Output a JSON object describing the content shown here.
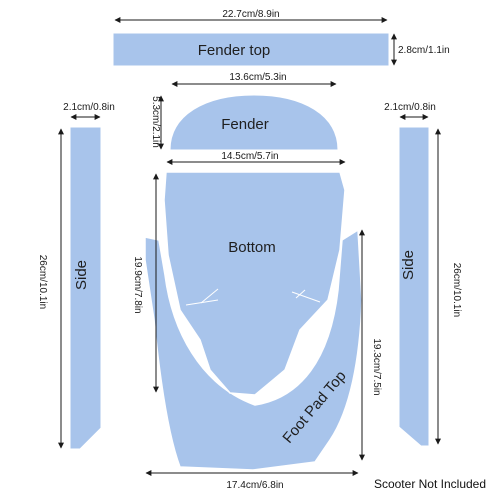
{
  "colors": {
    "part_fill": "#a8c4eb",
    "part_stroke": "#ffffff",
    "ink": "#1a1a1a"
  },
  "parts": {
    "fender_top": "Fender top",
    "fender": "Fender",
    "bottom": "Bottom",
    "side_left": "Side",
    "side_right": "Side",
    "foot_pad_top": "Foot Pad Top"
  },
  "dimensions": {
    "fender_top_width": "22.7cm/8.9in",
    "fender_top_height": "2.8cm/1.1in",
    "fender_width": "13.6cm/5.3in",
    "fender_height": "5.3cm/2.1in",
    "side_left_width": "2.1cm/0.8in",
    "side_left_height": "26cm/10.1in",
    "side_right_width": "2.1cm/0.8in",
    "side_right_height": "26cm/10.1in",
    "bottom_width": "14.5cm/5.7in",
    "bottom_height": "19.9cm/7.8in",
    "foot_pad_height": "19.3cm/7.5in",
    "foot_pad_width": "17.4cm/6.8in"
  },
  "note": "Scooter Not Included"
}
